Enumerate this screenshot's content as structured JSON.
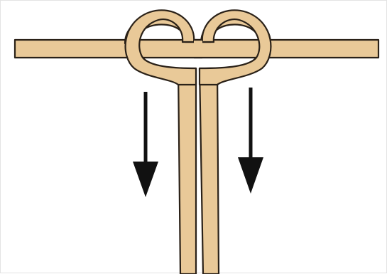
{
  "diagram": {
    "type": "knot-illustration",
    "parts": [
      "horizontal-dowel",
      "left-loop",
      "right-loop",
      "hanging-cords",
      "pull-arrows"
    ],
    "arrows": [
      {
        "direction": "down"
      },
      {
        "direction": "down"
      }
    ]
  },
  "colors": {
    "cord_fill": "#E9C998",
    "cord_stroke": "#2A2118",
    "arrow": "#111111",
    "background": "#FFFFFF"
  }
}
